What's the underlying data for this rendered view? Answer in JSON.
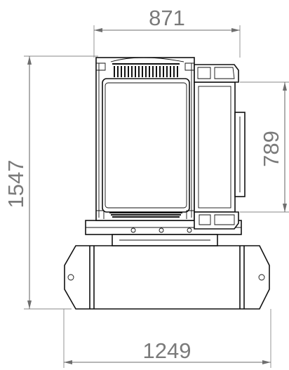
{
  "drawing": {
    "dimensions": {
      "top_width": "871",
      "overall_height": "1547",
      "right_height": "789",
      "base_width": "1249"
    },
    "colors": {
      "dimension": "#7a7a7a",
      "outline": "#111111",
      "background": "#ffffff"
    }
  }
}
